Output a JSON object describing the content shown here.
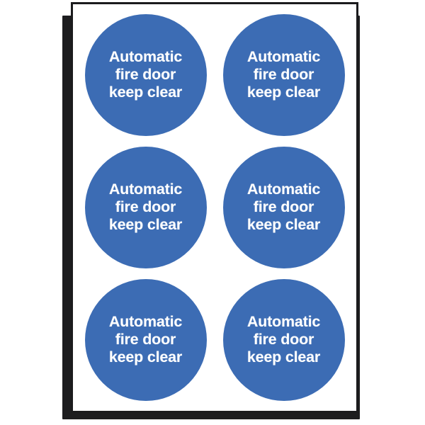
{
  "product": {
    "type": "safety-sign-label-sheet",
    "sheet_background": "#ffffff",
    "sheet_border_color": "#1b1b1d",
    "shadow_color": "#1d1d1f",
    "page_background": "#ffffff"
  },
  "sticker": {
    "shape": "circle",
    "fill_color": "#3c6cb4",
    "text_color": "#ffffff",
    "lines": [
      "Automatic",
      "fire door",
      "keep clear"
    ],
    "full_text": "Automatic fire door keep clear"
  },
  "layout": {
    "rows": 3,
    "columns": 2,
    "count": 6
  },
  "stickers": [
    {
      "id": "sticker-1",
      "text": "Automatic\nfire door\nkeep clear"
    },
    {
      "id": "sticker-2",
      "text": "Automatic\nfire door\nkeep clear"
    },
    {
      "id": "sticker-3",
      "text": "Automatic\nfire door\nkeep clear"
    },
    {
      "id": "sticker-4",
      "text": "Automatic\nfire door\nkeep clear"
    },
    {
      "id": "sticker-5",
      "text": "Automatic\nfire door\nkeep clear"
    },
    {
      "id": "sticker-6",
      "text": "Automatic\nfire door\nkeep clear"
    }
  ]
}
